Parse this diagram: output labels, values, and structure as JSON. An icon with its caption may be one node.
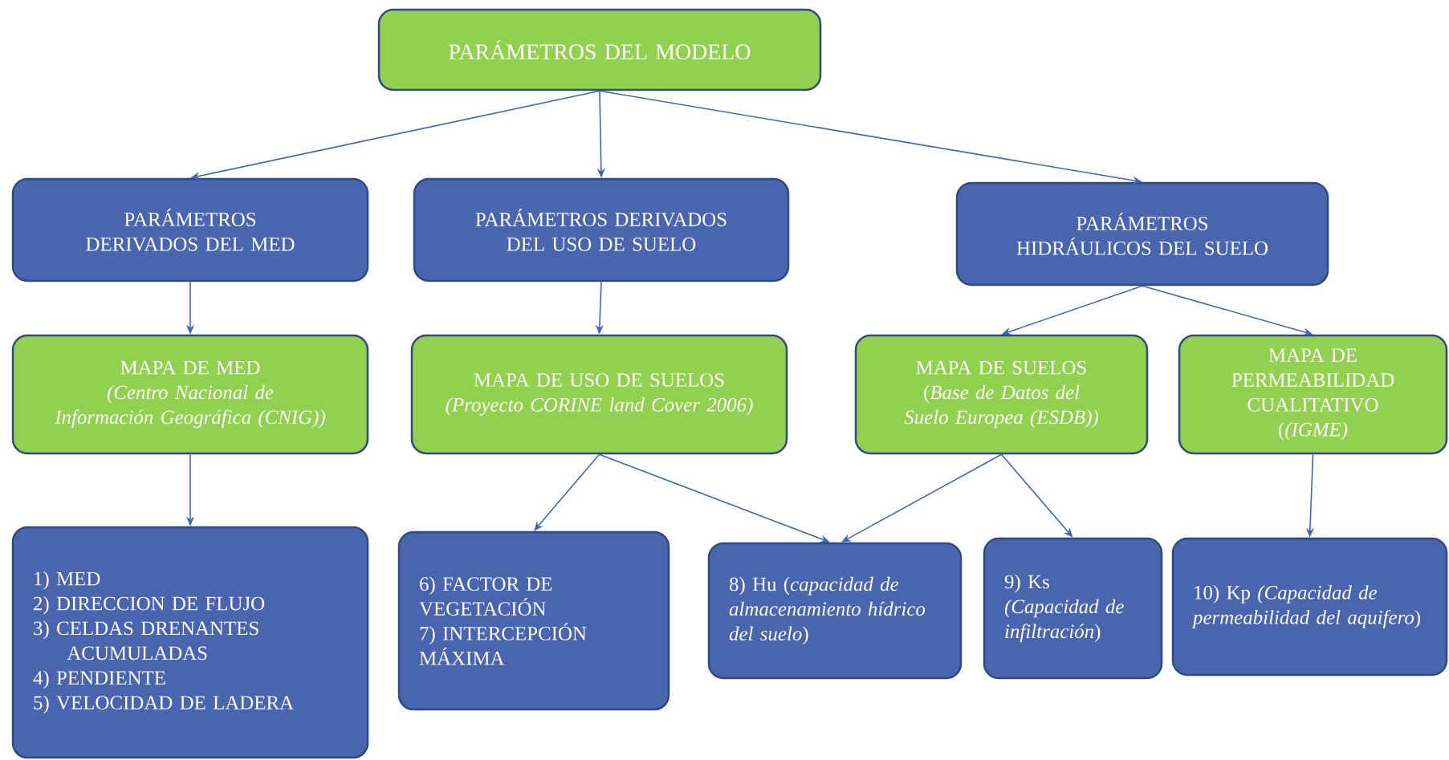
{
  "diagram": {
    "nodes": [
      {
        "text": [
          "PARÁMETROS DEL MODELO"
        ]
      },
      {
        "text": [
          "PARÁMETROS DERIVADOS DEL MED"
        ]
      },
      {
        "text": [
          "PARÁMETROS DERIVADOS DEL USO DE SUELO"
        ]
      },
      {
        "text": [
          "PARÁMETROS HIDRÁULICOS DEL SUELO"
        ]
      },
      {
        "text": [
          "MAPA DE MED",
          "(Centro Nacional de Información Geográfica (CNIG))"
        ]
      },
      {
        "text": [
          "MAPA DE USO DE SUELOS",
          "(Proyecto CORINE land Cover 2006)"
        ]
      },
      {
        "text": [
          "MAPA DE SUELOS",
          "(*Base de Datos del Suelo Europea (ESDB))*"
        ]
      },
      {
        "text": [
          "MAPA DE PERMEABILIDAD CUALITATIVO",
          "(*(IGME)*"
        ]
      },
      {
        "text": [
          "1) MED",
          "2) DIRECCION DE FLUJO",
          "3) CELDAS DRENANTES ACUMULADAS",
          "4) PENDIENTE",
          "5) VELOCIDAD DE LADERA"
        ]
      },
      {
        "text": [
          "6) FACTOR DE VEGETACIÓN",
          "7) INTERCEPCIÓN MÁXIMA"
        ]
      },
      {
        "text": [
          "8) Hu (*capacidad de almacenamiento hídrico del suelo*)"
        ]
      },
      {
        "text": [
          "9) Ks *(Capacidad de infiltración*)"
        ]
      },
      {
        "text": [
          "10) Kp *(Capacidad de permeabilidad del aquifero*)"
        ]
      }
    ],
    "edges": [
      {
        "from": 0,
        "to": 1,
        "arrow": "to"
      },
      {
        "from": 0,
        "to": 2,
        "arrow": "to"
      },
      {
        "from": 0,
        "to": 3,
        "arrow": "to"
      },
      {
        "from": 1,
        "to": 4,
        "arrow": "to"
      },
      {
        "from": 2,
        "to": 5,
        "arrow": "to"
      },
      {
        "from": 3,
        "to": 6,
        "arrow": "to"
      },
      {
        "from": 3,
        "to": 7,
        "arrow": "to"
      },
      {
        "from": 4,
        "to": 8,
        "arrow": "to"
      },
      {
        "from": 5,
        "to": 9,
        "arrow": "to"
      },
      {
        "from": 5,
        "to": 10,
        "arrow": "to"
      },
      {
        "from": 6,
        "to": 10,
        "arrow": "to"
      },
      {
        "from": 6,
        "to": 11,
        "arrow": "to"
      },
      {
        "from": 7,
        "to": 12,
        "arrow": "to"
      }
    ]
  }
}
